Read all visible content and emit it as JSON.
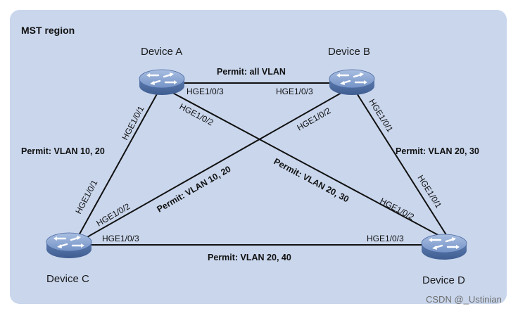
{
  "region": {
    "title": "MST region",
    "fill": "#c9d6ec"
  },
  "devices": {
    "a": {
      "label": "Device A",
      "icon": "switch-icon"
    },
    "b": {
      "label": "Device B",
      "icon": "switch-icon"
    },
    "c": {
      "label": "Device C",
      "icon": "switch-icon"
    },
    "d": {
      "label": "Device D",
      "icon": "switch-icon"
    }
  },
  "links": {
    "ab": {
      "permit": "Permit: all VLAN",
      "port_a": "HGE1/0/3",
      "port_b": "HGE1/0/3"
    },
    "ac": {
      "permit": "Permit: VLAN 10, 20",
      "port_a": "HGE1/0/1",
      "port_c": "HGE1/0/1"
    },
    "bc": {
      "permit": "Permit: VLAN 10, 20",
      "port_b": "HGE1/0/2",
      "port_c": "HGE1/0/2"
    },
    "ad": {
      "permit": "Permit: VLAN 20, 30",
      "port_a": "HGE1/0/2",
      "port_d": "HGE1/0/2"
    },
    "bd": {
      "permit": "Permit: VLAN 20, 30",
      "port_b": "HGE1/0/1",
      "port_d": "HGE1/0/1"
    },
    "cd": {
      "permit": "Permit: VLAN 20,  40",
      "port_c": "HGE1/0/3",
      "port_d": "HGE1/0/3"
    }
  },
  "watermark": "CSDN @_Ustinian",
  "colors": {
    "switch_body": "#5f7fb3",
    "switch_top": "#8ea8d4",
    "line": "#111111"
  }
}
